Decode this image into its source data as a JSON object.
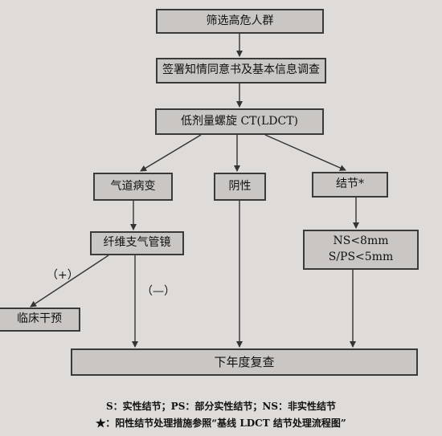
{
  "flowchart": {
    "nodes": {
      "screen_high_risk": "筛选高危人群",
      "consent_survey": "签署知情同意书及基本信息调查",
      "ldct": "低剂量螺旋 CT(LDCT)",
      "airway_lesion": "气道病变",
      "negative": "阴性",
      "nodule": "结节*",
      "bronchoscopy": "纤维支气管镜",
      "nodule_criteria": [
        "NS<8mm",
        "S/PS<5mm"
      ],
      "clinical_intervention": "临床干预",
      "next_year_review": "下年度复查"
    },
    "edge_labels": {
      "positive": "（+）",
      "negative": "（—）"
    }
  },
  "footnotes": {
    "abbreviations": "S：实性结节；PS：部分实性结节；NS：非实性结节",
    "star_note": "★：阳性结节处理措施参照“基线 LDCT 结节处理流程图”"
  }
}
